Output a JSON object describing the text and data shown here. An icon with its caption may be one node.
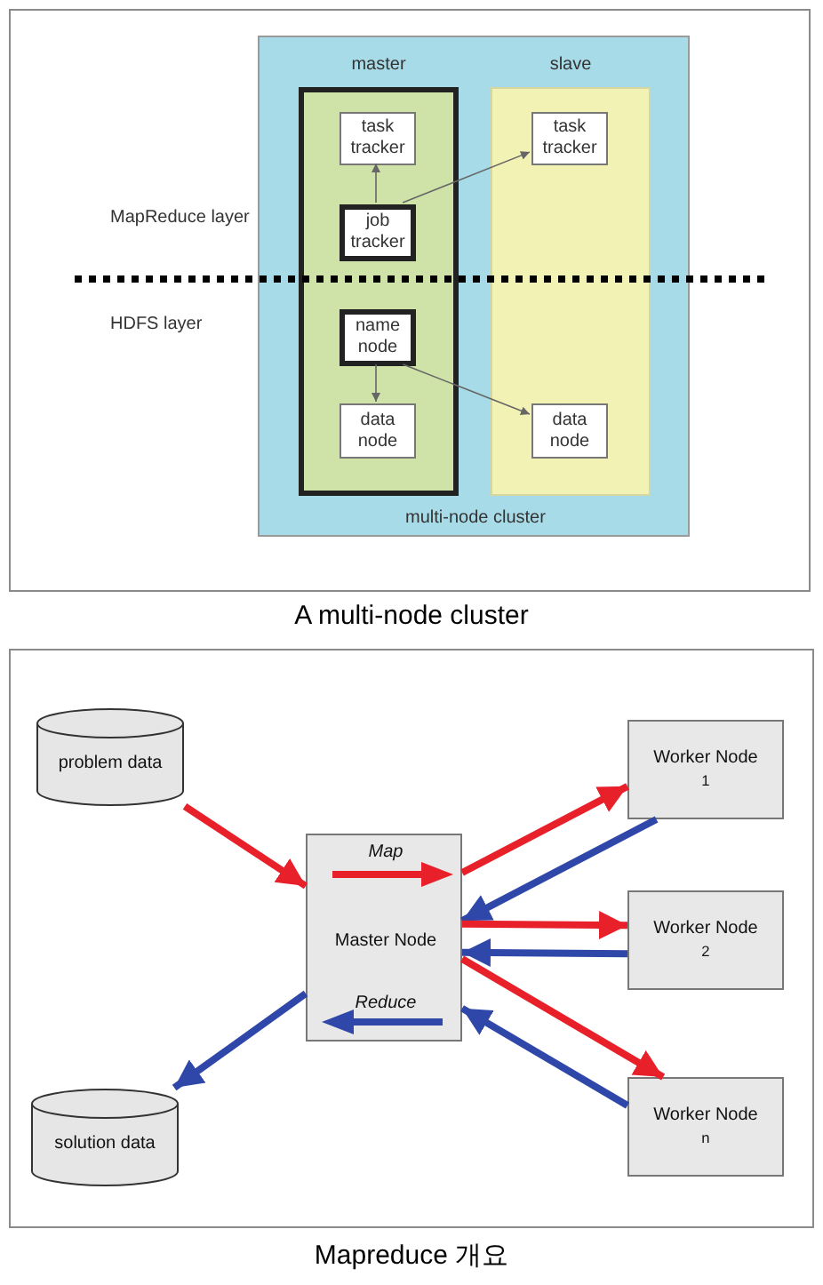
{
  "diagram": {
    "nodes": [
      {
        "text": [
          "multi-node cluster"
        ]
      },
      {
        "text": [
          "master"
        ],
        "in": 0
      },
      {
        "text": [
          "task tracker"
        ],
        "in": 1
      },
      {
        "text": [
          "job tracker"
        ],
        "in": 1
      },
      {
        "text": [
          "name node"
        ],
        "in": 1
      },
      {
        "text": [
          "data node"
        ],
        "in": 1
      },
      {
        "text": [
          "slave"
        ],
        "in": 0
      },
      {
        "text": [
          "task tracker"
        ],
        "in": 6
      },
      {
        "text": [
          "data node"
        ],
        "in": 6
      },
      {
        "text": [
          "problem data"
        ]
      },
      {
        "text": [
          "Map",
          "Master Node",
          "Reduce"
        ]
      },
      {
        "text": [
          "Worker Node$_{1}$"
        ]
      },
      {
        "text": [
          "Worker Node$_{2}$"
        ]
      },
      {
        "text": [
          "Worker Node$_{n}$"
        ]
      },
      {
        "text": [
          "solution data"
        ]
      }
    ],
    "edges": [
      {
        "from": 3,
        "to": 2,
        "arrow": "to"
      },
      {
        "from": 3,
        "to": 7,
        "arrow": "to"
      },
      {
        "from": 4,
        "to": 5,
        "arrow": "to"
      },
      {
        "from": 4,
        "to": 8,
        "arrow": "to"
      },
      {
        "from": 9,
        "to": 10,
        "arrow": "to",
        "color": "#e8202a"
      },
      {
        "from": 10,
        "to": 14,
        "arrow": "to",
        "color": "#2e47a8"
      },
      {
        "from": 10,
        "to": 11,
        "arrow": "to",
        "color": "#e8202a"
      },
      {
        "from": 11,
        "to": 10,
        "arrow": "to",
        "color": "#2e47a8"
      },
      {
        "from": 10,
        "to": 12,
        "arrow": "to",
        "color": "#e8202a"
      },
      {
        "from": 12,
        "to": 10,
        "arrow": "to",
        "color": "#2e47a8"
      },
      {
        "from": 10,
        "to": 13,
        "arrow": "to",
        "color": "#e8202a"
      },
      {
        "from": 13,
        "to": 10,
        "arrow": "to",
        "color": "#2e47a8"
      }
    ],
    "labels": [
      "MapReduce layer",
      "HDFS layer",
      "A multi-node cluster",
      "Mapreduce 개요"
    ]
  }
}
